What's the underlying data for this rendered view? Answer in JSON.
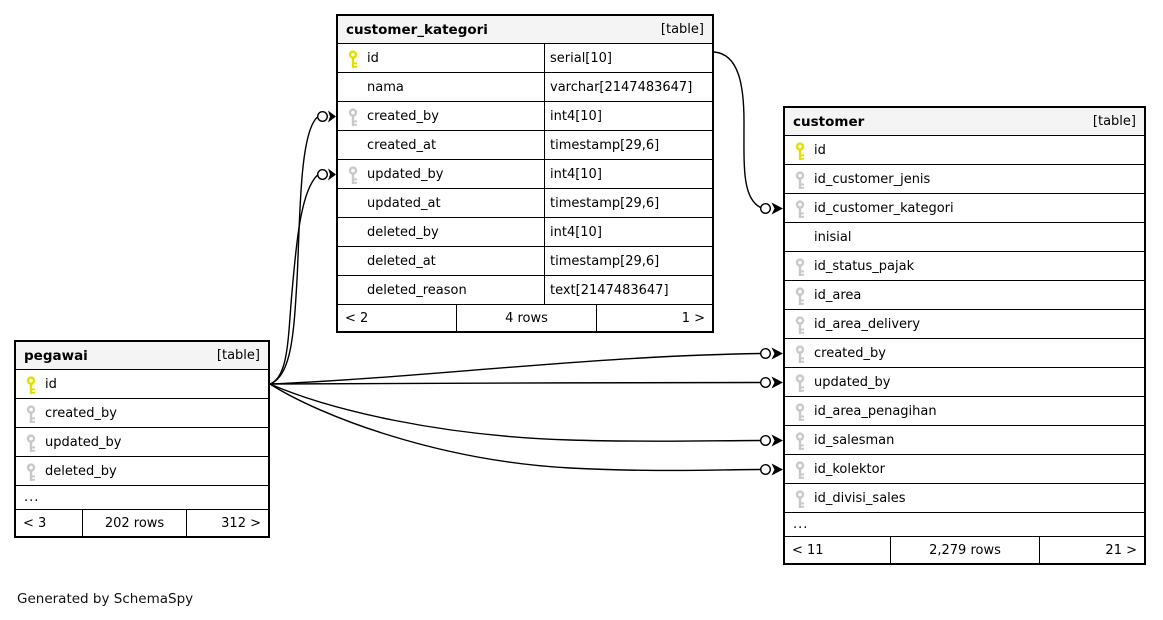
{
  "page": {
    "generator_note": "Generated by SchemaSpy"
  },
  "colors": {
    "primary_key": "#e0e000",
    "foreign_key": "#c8c8c8",
    "header_bg": "#f4f4f4",
    "border": "#000000"
  },
  "tables": [
    {
      "name": "customer_kategori",
      "badge": "[table]",
      "has_type_column": true,
      "columns": [
        {
          "name": "id",
          "type": "serial[10]",
          "key": "primary"
        },
        {
          "name": "nama",
          "type": "varchar[2147483647]",
          "key": "none"
        },
        {
          "name": "created_by",
          "type": "int4[10]",
          "key": "foreign"
        },
        {
          "name": "created_at",
          "type": "timestamp[29,6]",
          "key": "none"
        },
        {
          "name": "updated_by",
          "type": "int4[10]",
          "key": "foreign"
        },
        {
          "name": "updated_at",
          "type": "timestamp[29,6]",
          "key": "none"
        },
        {
          "name": "deleted_by",
          "type": "int4[10]",
          "key": "none"
        },
        {
          "name": "deleted_at",
          "type": "timestamp[29,6]",
          "key": "none"
        },
        {
          "name": "deleted_reason",
          "type": "text[2147483647]",
          "key": "none"
        }
      ],
      "more_indicator": null,
      "footer": {
        "left": "< 2",
        "center": "4 rows",
        "right": "1 >"
      }
    },
    {
      "name": "customer",
      "badge": "[table]",
      "has_type_column": false,
      "columns": [
        {
          "name": "id",
          "key": "primary"
        },
        {
          "name": "id_customer_jenis",
          "key": "foreign"
        },
        {
          "name": "id_customer_kategori",
          "key": "foreign"
        },
        {
          "name": "inisial",
          "key": "none"
        },
        {
          "name": "id_status_pajak",
          "key": "foreign"
        },
        {
          "name": "id_area",
          "key": "foreign"
        },
        {
          "name": "id_area_delivery",
          "key": "foreign"
        },
        {
          "name": "created_by",
          "key": "foreign"
        },
        {
          "name": "updated_by",
          "key": "foreign"
        },
        {
          "name": "id_area_penagihan",
          "key": "foreign"
        },
        {
          "name": "id_salesman",
          "key": "foreign"
        },
        {
          "name": "id_kolektor",
          "key": "foreign"
        },
        {
          "name": "id_divisi_sales",
          "key": "foreign"
        }
      ],
      "more_indicator": "...",
      "footer": {
        "left": "< 11",
        "center": "2,279 rows",
        "right": "21 >"
      }
    },
    {
      "name": "pegawai",
      "badge": "[table]",
      "has_type_column": false,
      "columns": [
        {
          "name": "id",
          "key": "primary"
        },
        {
          "name": "created_by",
          "key": "foreign"
        },
        {
          "name": "updated_by",
          "key": "foreign"
        },
        {
          "name": "deleted_by",
          "key": "foreign"
        }
      ],
      "more_indicator": "...",
      "footer": {
        "left": "< 3",
        "center": "202 rows",
        "right": "312 >"
      }
    }
  ],
  "relationships": [
    {
      "from": "pegawai.id",
      "to": "customer_kategori.created_by"
    },
    {
      "from": "pegawai.id",
      "to": "customer_kategori.updated_by"
    },
    {
      "from": "customer_kategori.id",
      "to": "customer.id_customer_kategori"
    },
    {
      "from": "pegawai.id",
      "to": "customer.created_by"
    },
    {
      "from": "pegawai.id",
      "to": "customer.updated_by"
    },
    {
      "from": "pegawai.id",
      "to": "customer.id_salesman"
    },
    {
      "from": "pegawai.id",
      "to": "customer.id_kolektor"
    }
  ]
}
